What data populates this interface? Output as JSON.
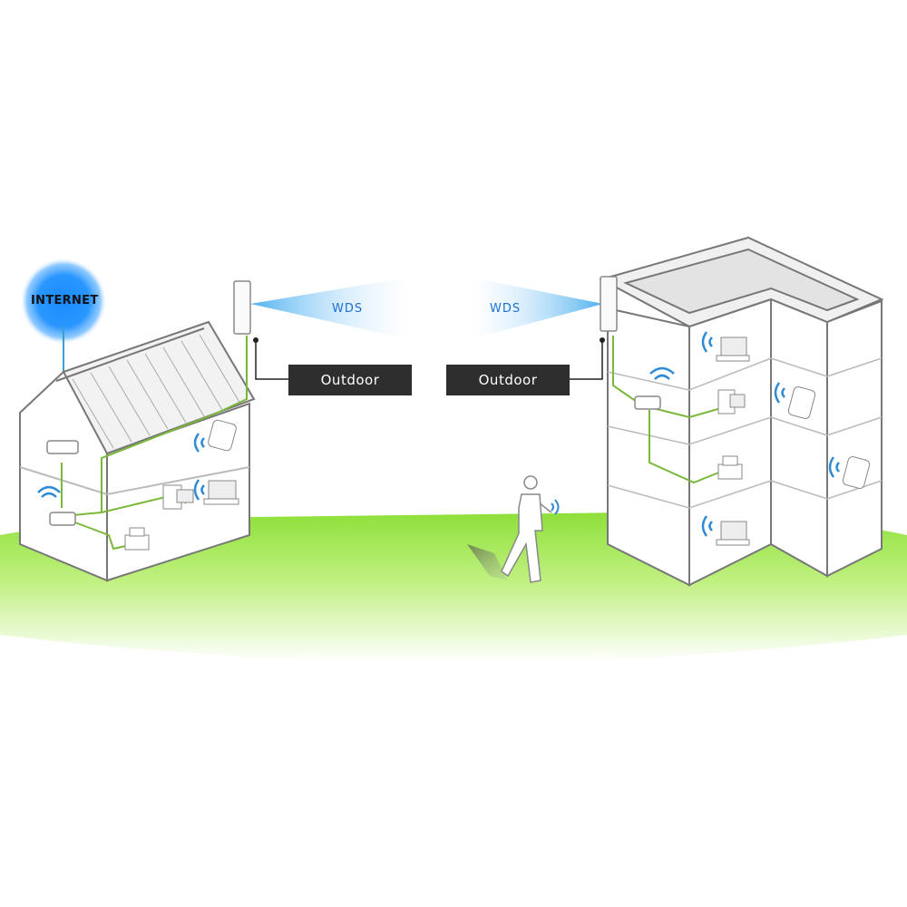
{
  "internet": {
    "label": "INTERNET"
  },
  "links": [
    {
      "id": "left",
      "label": "WDS"
    },
    {
      "id": "right",
      "label": "WDS"
    }
  ],
  "devices": {
    "left_ap": {
      "label": "Outdoor"
    },
    "right_ap": {
      "label": "Outdoor"
    }
  },
  "colors": {
    "grass": "#8ee03a",
    "cable_green": "#7ab83a",
    "wifi_blue": "#2f8bd6",
    "beam_blue": "#7ec8f2",
    "internet_glow": "#1a8cff",
    "label_bg": "#2e2e2e",
    "wall_gray": "#7a7a7a"
  },
  "icons": [
    "globe-glow-icon",
    "wifi-icon",
    "laptop-icon",
    "printer-icon",
    "desktop-icon",
    "phone-icon",
    "router-icon",
    "access-point-icon",
    "person-icon"
  ]
}
